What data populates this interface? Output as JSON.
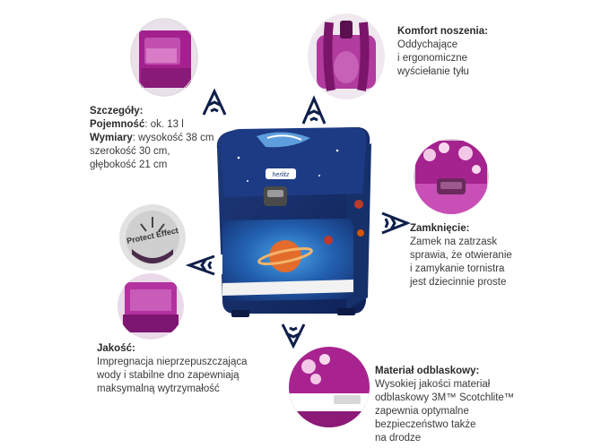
{
  "details": {
    "title": "Szczegóły:",
    "capacity_label": "Pojemność",
    "capacity_value": ": ok. 13 l",
    "dimensions_label": "Wymiary",
    "dimensions_value": ": wysokość 38 cm",
    "width_value": "szerokość 30 cm,",
    "depth_value": "głębokość 21 cm"
  },
  "comfort": {
    "title": "Komfort noszenia:",
    "line1": "Oddychające",
    "line2": "i ergonomiczne",
    "line3": "wyściełanie tyłu"
  },
  "closure": {
    "title": "Zamknięcie:",
    "line1": "Zamek na zatrzask",
    "line2": "sprawia, że otwieranie",
    "line3": "i zamykanie tornistra",
    "line4": "jest dziecinnie proste"
  },
  "quality": {
    "title": "Jakość:",
    "line1": "Impregnacja nieprzepuszczająca",
    "line2": "wody i stabilne dno zapewniają",
    "line3": "maksymalną wytrzymałość"
  },
  "reflective": {
    "title": "Materiał odblaskowy:",
    "line1": "Wysokiej jakości materiał",
    "line2": "odblaskowy 3M™ Scotchlite™",
    "line3": "zapewnia optymalne",
    "line4": "bezpieczeństwo także",
    "line5": "na drodze"
  },
  "protect_badge": "Protect Effect",
  "brand_logo": "herlitz",
  "icons": [
    "backpack-illustration",
    "pocket-detail",
    "straps-detail",
    "clasp-detail",
    "protect-effect-badge",
    "waterproof-bottom-detail",
    "reflective-detail",
    "arrow-icon"
  ]
}
